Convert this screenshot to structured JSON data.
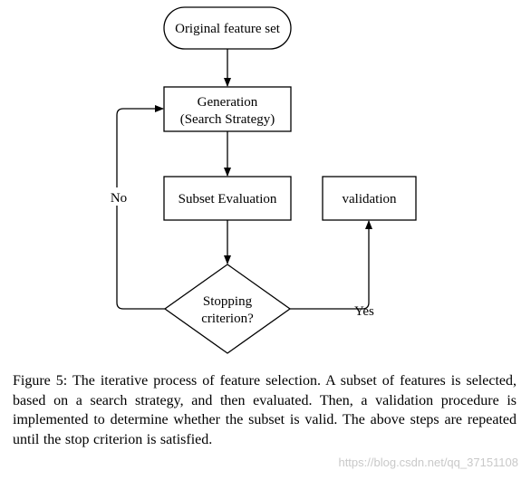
{
  "diagram": {
    "nodes": {
      "original": "Original feature set",
      "generation_line1": "Generation",
      "generation_line2": "(Search Strategy)",
      "evaluation": "Subset Evaluation",
      "validation": "validation",
      "stopping_line1": "Stopping",
      "stopping_line2": "criterion?"
    },
    "edges": {
      "no_label": "No",
      "yes_label": "Yes"
    }
  },
  "caption": "Figure 5: The iterative process of feature selection. A subset of features is selected, based on a search strategy, and then evaluated. Then, a validation procedure is implemented to determine whether the subset is valid. The above steps are repeated until the stop criterion is satisfied.",
  "watermark": "https://blog.csdn.net/qq_37151108"
}
